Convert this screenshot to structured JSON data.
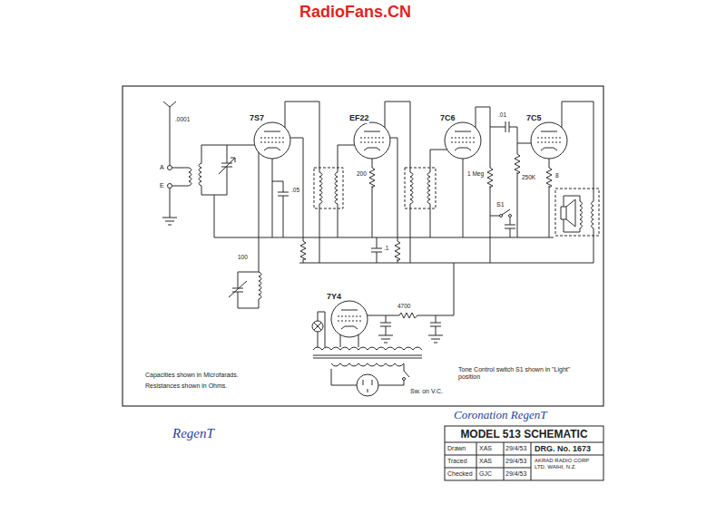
{
  "diagram": {
    "title": "MODEL 513 SCHEMATIC",
    "nodes": [
      {
        "text": [
          "7S7"
        ]
      },
      {
        "text": [
          "EF22"
        ]
      },
      {
        "text": [
          "7C6"
        ]
      },
      {
        "text": [
          "7C5"
        ]
      },
      {
        "text": [
          "7Y4"
        ]
      }
    ],
    "labels": [
      "RadioFans.CN",
      "Capacities shown in Microfarads.",
      "Resistances shown in Ohms.",
      "Tone Control switch S1 shown in \"Light\" position",
      "Coronation RegenT",
      "RegenT",
      "Drawn",
      "XAS",
      "29/4/53",
      "Traced",
      "XAS",
      "29/4/53",
      "Checked",
      "GJC",
      "29/4/53",
      "DRG. No. 1673",
      "AKRAD RADIO CORP LTD, WAIHI, N.Z.",
      "Sw. on V.C.",
      "S1",
      "A",
      "E",
      ".0001",
      ".05",
      "100",
      ".1",
      "1 Meg",
      ".01",
      "250K",
      "8",
      "200",
      "4700"
    ]
  }
}
